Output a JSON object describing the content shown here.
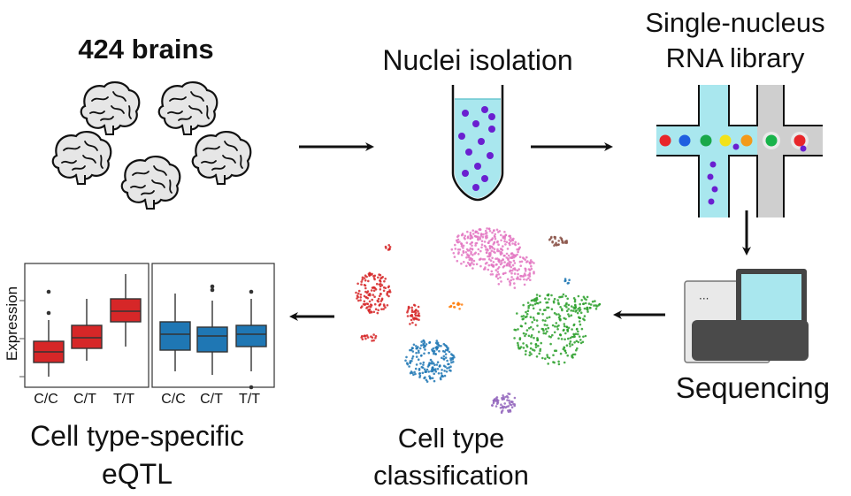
{
  "brains": {
    "title": "424 brains",
    "count": 5
  },
  "nuclei": {
    "title": "Nuclei isolation",
    "tube_fill": "#a9e7ee",
    "dot_color": "#6a1fd0"
  },
  "library": {
    "title_line1": "Single-nucleus",
    "title_line2": "RNA library",
    "channel_color": "#a9e7ee",
    "oil_color": "#cfcfcf",
    "bead_colors": [
      "#e8262a",
      "#1f5fe0",
      "#1aa84a",
      "#f2e21a",
      "#f39a1a",
      "#18b34a",
      "#e8262a"
    ]
  },
  "sequencing": {
    "title": "Sequencing",
    "screen_color": "#a9e7ee",
    "body_color": "#4a4a4a"
  },
  "classification": {
    "title_line1": "Cell type",
    "title_line2": "classification",
    "cluster_colors": [
      "#e377c2",
      "#2ca02c",
      "#1f77b4",
      "#d62728",
      "#9467bd",
      "#8c564b",
      "#ff7f0e"
    ]
  },
  "eqtl": {
    "title_line1": "Cell type-specific",
    "title_line2": "eQTL",
    "ylabel": "Expression",
    "panels": [
      {
        "color": "#d62728",
        "categories": [
          "C/C",
          "C/T",
          "T/T"
        ]
      },
      {
        "color": "#1f77b4",
        "categories": [
          "C/C",
          "C/T",
          "T/T"
        ]
      }
    ]
  }
}
